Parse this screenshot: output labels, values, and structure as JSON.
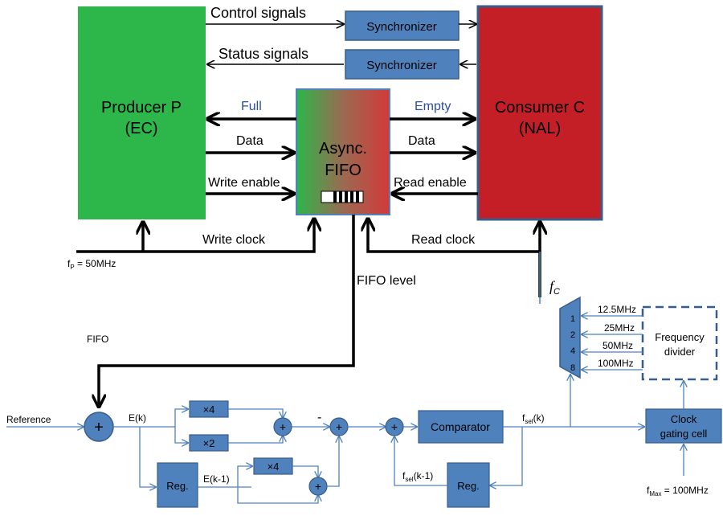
{
  "producer": {
    "line1": "Producer P",
    "line2": "(EC)"
  },
  "consumer": {
    "line1": "Consumer C",
    "line2": "(NAL)"
  },
  "fifo": {
    "line1": "Async.",
    "line2": "FIFO"
  },
  "synchronizers": {
    "top": "Synchronizer",
    "bottom": "Synchronizer"
  },
  "signals": {
    "control": "Control signals",
    "status": "Status signals",
    "full": "Full",
    "empty": "Empty",
    "data_left": "Data",
    "data_right": "Data",
    "write_enable": "Write enable",
    "read_enable": "Read enable",
    "write_clock": "Write clock",
    "read_clock": "Read clock",
    "fifo_level": "FIFO level"
  },
  "clocks": {
    "fp_main": "f",
    "fp_sub": "P",
    "fp_value": " = 50MHz",
    "fc_main": "f",
    "fc_sub": "C",
    "fmax_main": "f",
    "fmax_sub": "Max",
    "fmax_value": " = 100MHz"
  },
  "mux": {
    "inputs": [
      "1",
      "2",
      "4",
      "8"
    ]
  },
  "freq_divider": {
    "line1": "Frequency",
    "line2": "divider",
    "outputs": [
      "12.5MHz",
      "25MHz",
      "50MHz",
      "100MHz"
    ]
  },
  "controller": {
    "fifo_label": "FIFO",
    "reference": "Reference",
    "ek": "E(k)",
    "ek1": "E(k-1)",
    "x4_top": "×4",
    "x2": "×2",
    "x4_bottom": "×4",
    "reg1": "Reg.",
    "reg2": "Reg.",
    "comparator": "Comparator",
    "fsel_main": "f",
    "fsel_sub": "sel",
    "fsel_k": "(k)",
    "fsel_k1": "(k-1)",
    "plus": "+",
    "minus": "-",
    "clock_gating_line1": "Clock",
    "clock_gating_line2": "gating cell"
  },
  "colors": {
    "producer": "#2db64a",
    "consumer": "#c41f26",
    "block_blue": "#4f81bd",
    "block_border": "#385d8a",
    "signal_blue": "#2e4d9c",
    "thin_line": "#4f81bd"
  }
}
